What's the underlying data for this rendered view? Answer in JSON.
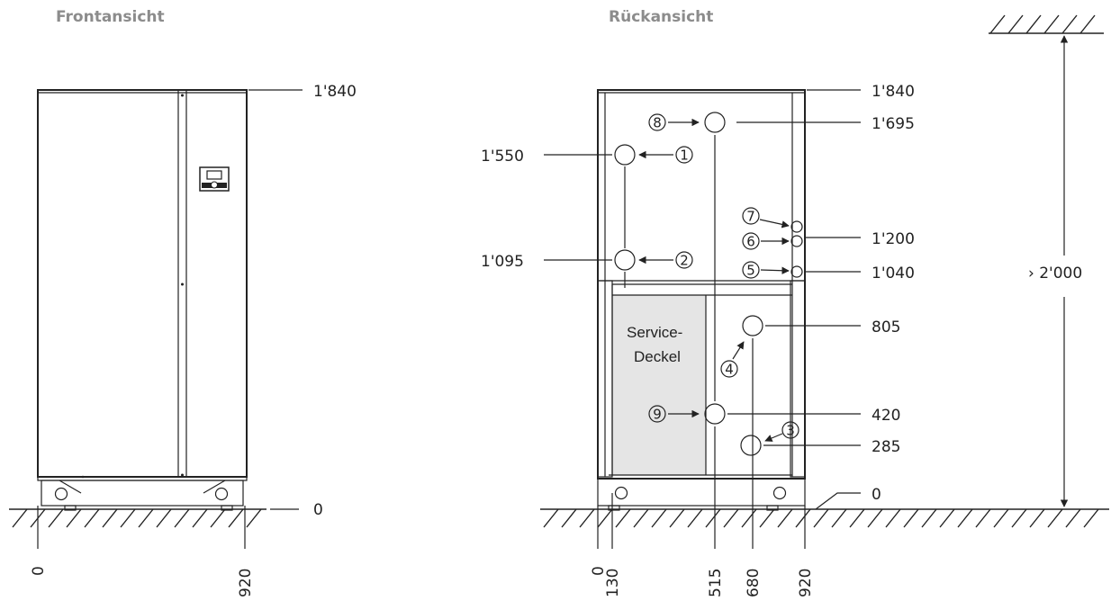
{
  "titles": {
    "front": "Frontansicht",
    "rear": "Rückansicht"
  },
  "front_dimensions": {
    "height": "1'840",
    "floor": "0",
    "x_left": "0",
    "x_right": "920"
  },
  "rear_dimensions": {
    "heights": {
      "h1840": "1'840",
      "h1695": "1'695",
      "h1550": "1'550",
      "h1200": "1'200",
      "h1095": "1'095",
      "h1040": "1'040",
      "h805": "805",
      "h420": "420",
      "h285": "285",
      "floor": "0",
      "clearance": "› 2'000"
    },
    "x_positions": {
      "x0": "0",
      "x130": "130",
      "x515": "515",
      "x680": "680",
      "x920": "920"
    }
  },
  "service_cover": {
    "line1": "Service-",
    "line2": "Deckel"
  },
  "connections": [
    "1",
    "2",
    "3",
    "4",
    "5",
    "6",
    "7",
    "8",
    "9"
  ]
}
